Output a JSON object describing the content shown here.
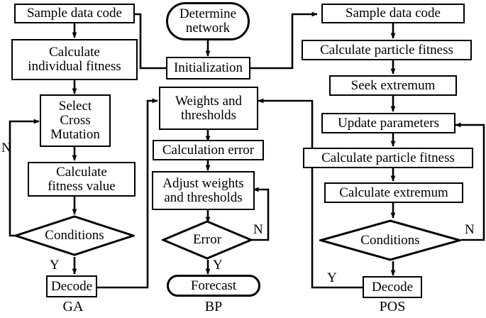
{
  "figure": {
    "title": "GA-BP-POS hybrid algorithm flowchart",
    "columns": [
      {
        "id": "ga",
        "label": "GA"
      },
      {
        "id": "bp",
        "label": "BP"
      },
      {
        "id": "pos",
        "label": "POS"
      }
    ],
    "colors": {
      "stroke": "#000000",
      "fill": "#ffffff",
      "text": "#000000"
    }
  },
  "ga": {
    "nodes": {
      "sample_data_code": "Sample data code",
      "calculate_individual_fitness": "Calculate\nindividual fitness",
      "select_cross_mutation": "Select\nCross\nMutation",
      "calculate_fitness_value": "Calculate\nfitness value",
      "conditions": "Conditions",
      "decode": "Decode"
    },
    "edge_labels": {
      "conditions_no": "N",
      "conditions_yes": "Y"
    }
  },
  "bp": {
    "nodes": {
      "determine_network": "Determine\nnetwork",
      "initialization": "Initialization",
      "weights_and_thresholds": "Weights and\nthresholds",
      "calculation_error": "Calculation error",
      "adjust_weights_and_thresholds": "Adjust weights\nand thresholds",
      "error": "Error",
      "forecast": "Forecast"
    },
    "edge_labels": {
      "error_no": "N",
      "error_yes": "Y"
    }
  },
  "pos": {
    "nodes": {
      "sample_data_code": "Sample data code",
      "calculate_particle_fitness_1": "Calculate particle fitness",
      "seek_extremum": "Seek extremum",
      "update_parameters": "Update parameters",
      "calculate_particle_fitness_2": "Calculate particle fitness",
      "calculate_extremum": "Calculate extremum",
      "conditions": "Conditions",
      "decode": "Decode"
    },
    "edge_labels": {
      "conditions_no": "N",
      "conditions_yes": "Y"
    }
  }
}
